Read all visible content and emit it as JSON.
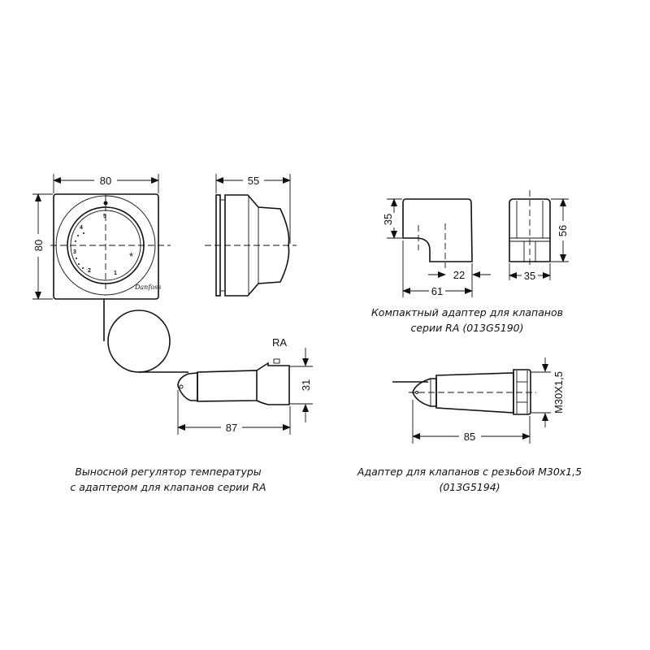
{
  "left": {
    "dims": {
      "width": "80",
      "height": "80",
      "depth": "55",
      "sensor_length": "87",
      "adapter_height": "31"
    },
    "adapter_label": "RA",
    "dial_marks": [
      "5",
      "4",
      "3",
      "2",
      "1",
      "*"
    ],
    "logo": "Danfoss",
    "caption_line1": "Выносной регулятор температуры",
    "caption_line2": "с адаптером для клапанов серии RA"
  },
  "compact": {
    "dims": {
      "height": "35",
      "offset": "22",
      "length": "61",
      "side_height": "56",
      "side_width": "35"
    },
    "caption_line1": "Компактный адаптер для клапанов",
    "caption_line2": "серии RA (013G5190)"
  },
  "threaded": {
    "dims": {
      "length": "85",
      "thread": "M30X1,5"
    },
    "caption_line1": "Адаптер для клапанов с резьбой M30x1,5",
    "caption_line2": "(013G5194)"
  }
}
